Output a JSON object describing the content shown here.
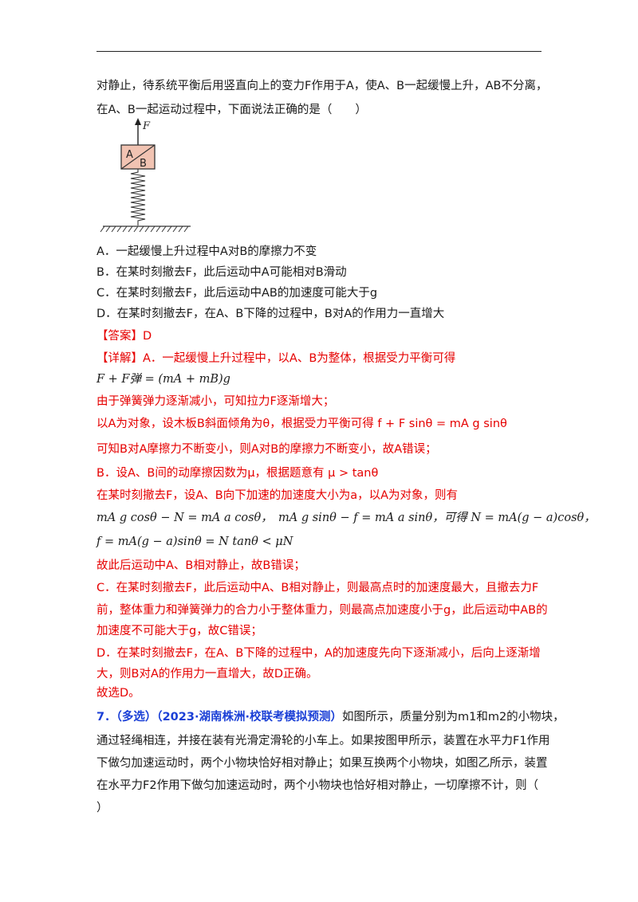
{
  "intro": {
    "line1": "对静止，待系统平衡后用竖直向上的变力F作用于A，使A、B一起缓慢上升，AB不分离，",
    "line2": "在A、B一起运动过程中，下面说法正确的是（　　）"
  },
  "figure": {
    "force_label": "F",
    "block_top": "A",
    "block_bottom": "B"
  },
  "options": [
    "A．一起缓慢上升过程中A对B的摩擦力不变",
    "B．在某时刻撤去F，此后运动中A可能相对B滑动",
    "C．在某时刻撤去F，此后运动中AB的加速度可能大于g",
    "D．在某时刻撤去F，在A、B下降的过程中，B对A的作用力一直增大"
  ],
  "answer": "【答案】D",
  "solution": [
    "【详解】A．一起缓慢上升过程中，以A、B为整体，根据受力平衡可得",
    "F + F弹 = (mA + mB)g",
    "由于弹簧弹力逐渐减小，可知拉力F逐渐增大；",
    "以A为对象，设木板B斜面倾角为θ，根据受力平衡可得 f + F sinθ = mA g sinθ",
    "可知B对A摩擦力不断变小，则A对B的摩擦力不断变小，故A错误；",
    "B．设A、B间的动摩擦因数为μ，根据题意有 μ > tanθ",
    "在某时刻撤去F，设A、B向下加速的加速度大小为a，以A为对象，则有",
    "mA g cosθ − N = mA a cosθ，　mA g sinθ − f = mA a sinθ，可得 N = mA(g − a)cosθ，",
    "f = mA(g − a)sinθ = N tanθ < μN",
    "故此后运动中A、B相对静止，故B错误；",
    "C．在某时刻撤去F，此后运动中A、B相对静止，则最高点时的加速度最大，且撤去力F",
    "前，整体重力和弹簧弹力的合力小于整体重力，则最高点加速度小于g，此后运动中AB的",
    "加速度不可能大于g，故C错误；",
    "D．在某时刻撤去F，在A、B下降的过程中，A的加速度先向下逐渐减小，后向上逐渐增",
    "大，则B对A的作用力一直增大，故D正确。",
    "故选D。"
  ],
  "next_question": {
    "number": "7．",
    "tag": "（多选）（2023·湖南株洲·校联考模拟预测）",
    "lines": [
      "如图所示，质量分别为m1和m2的小物块，",
      "通过轻绳相连，并接在装有光滑定滑轮的小车上。如果按图甲所示，装置在水平力F1作用",
      "下做匀加速运动时，两个小物块恰好相对静止；如果互换两个小物块，如图乙所示，装置",
      "在水平力F2作用下做匀加速运动时，两个小物块也恰好相对静止，一切摩擦不计，则（",
      "）"
    ]
  }
}
